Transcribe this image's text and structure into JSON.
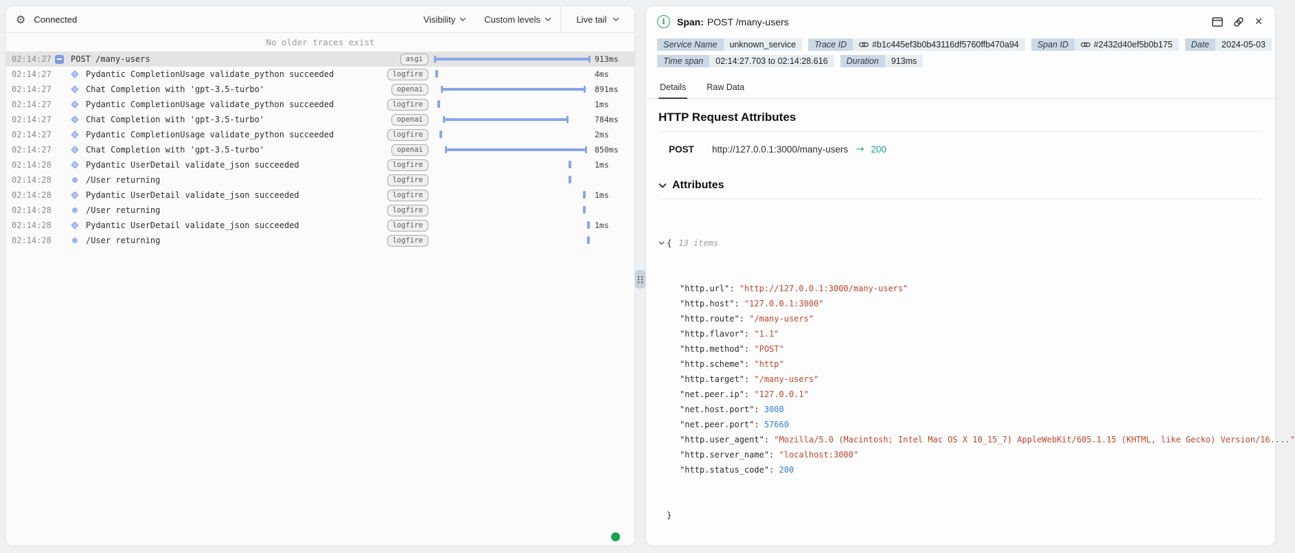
{
  "colors": {
    "bar_blue": "#87a5ea",
    "selected_row": "#e4e4e4",
    "live_dot_green": "#17a34a",
    "info_green": "#1fa553",
    "status_teal": "#12a594",
    "json_string_red": "#c0452e",
    "json_number_blue": "#2f7fd0",
    "badge_label_bg": "#ccd9e4",
    "badge_value_bg": "#e8edf2"
  },
  "left_panel": {
    "status": "Connected",
    "toolbar": {
      "visibility": "Visibility",
      "custom_levels": "Custom levels",
      "live_tail": "Live tail"
    },
    "empty_notice": "No older traces exist",
    "rows": [
      {
        "time": "02:14:27",
        "icon": "collapse",
        "indent": 0,
        "selected": true,
        "label": "POST /many-users",
        "tag": "asgi",
        "duration": "913ms",
        "bar": {
          "type": "span",
          "start": 0,
          "width": 100
        }
      },
      {
        "time": "02:14:27",
        "icon": "diamond",
        "indent": 1,
        "selected": false,
        "label": "Pydantic CompletionUsage validate_python succeeded",
        "tag": "logfire",
        "duration": "4ms",
        "bar": {
          "type": "tick",
          "start": 0.8,
          "width": 1.8
        }
      },
      {
        "time": "02:14:27",
        "icon": "diamond",
        "indent": 1,
        "selected": false,
        "label": "Chat Completion with 'gpt-3.5-turbo'",
        "tag": "openai",
        "duration": "891ms",
        "bar": {
          "type": "span",
          "start": 4.5,
          "width": 92.5
        }
      },
      {
        "time": "02:14:27",
        "icon": "diamond",
        "indent": 1,
        "selected": false,
        "label": "Pydantic CompletionUsage validate_python succeeded",
        "tag": "logfire",
        "duration": "1ms",
        "bar": {
          "type": "tick",
          "start": 2.2,
          "width": 1.8
        }
      },
      {
        "time": "02:14:27",
        "icon": "diamond",
        "indent": 1,
        "selected": false,
        "label": "Chat Completion with 'gpt-3.5-turbo'",
        "tag": "openai",
        "duration": "784ms",
        "bar": {
          "type": "span",
          "start": 5.8,
          "width": 80
        }
      },
      {
        "time": "02:14:27",
        "icon": "diamond",
        "indent": 1,
        "selected": false,
        "label": "Pydantic CompletionUsage validate_python succeeded",
        "tag": "logfire",
        "duration": "2ms",
        "bar": {
          "type": "tick",
          "start": 3.6,
          "width": 1.8
        }
      },
      {
        "time": "02:14:27",
        "icon": "diamond",
        "indent": 1,
        "selected": false,
        "label": "Chat Completion with 'gpt-3.5-turbo'",
        "tag": "openai",
        "duration": "850ms",
        "bar": {
          "type": "span",
          "start": 6.8,
          "width": 91
        }
      },
      {
        "time": "02:14:28",
        "icon": "diamond",
        "indent": 1,
        "selected": false,
        "label": "Pydantic UserDetail validate_json succeeded",
        "tag": "logfire",
        "duration": "1ms",
        "bar": {
          "type": "tick",
          "start": 86,
          "width": 1.8
        }
      },
      {
        "time": "02:14:28",
        "icon": "circle",
        "indent": 1,
        "selected": false,
        "label": "/User returning",
        "tag": "logfire",
        "duration": "",
        "bar": {
          "type": "tick",
          "start": 86,
          "width": 1.8
        }
      },
      {
        "time": "02:14:28",
        "icon": "diamond",
        "indent": 1,
        "selected": false,
        "label": "Pydantic UserDetail validate_json succeeded",
        "tag": "logfire",
        "duration": "1ms",
        "bar": {
          "type": "tick",
          "start": 95,
          "width": 1.8
        }
      },
      {
        "time": "02:14:28",
        "icon": "circle",
        "indent": 1,
        "selected": false,
        "label": "/User returning",
        "tag": "logfire",
        "duration": "",
        "bar": {
          "type": "tick",
          "start": 95,
          "width": 1.8
        }
      },
      {
        "time": "02:14:28",
        "icon": "diamond",
        "indent": 1,
        "selected": false,
        "label": "Pydantic UserDetail validate_json succeeded",
        "tag": "logfire",
        "duration": "1ms",
        "bar": {
          "type": "tick",
          "start": 97.6,
          "width": 1.8
        }
      },
      {
        "time": "02:14:28",
        "icon": "circle",
        "indent": 1,
        "selected": false,
        "label": "/User returning",
        "tag": "logfire",
        "duration": "",
        "bar": {
          "type": "tick",
          "start": 97.6,
          "width": 1.8
        }
      }
    ]
  },
  "right_panel": {
    "header": {
      "kind": "Span:",
      "title": "POST /many-users"
    },
    "badge_rows": [
      [
        {
          "label": "Service Name",
          "value": "unknown_service",
          "link": false
        },
        {
          "label": "Trace ID",
          "value": "#b1c445ef3b0b43116df5760ffb470a94",
          "link": true
        },
        {
          "label": "Span ID",
          "value": "#2432d40ef5b0b175",
          "link": true
        },
        {
          "label": "Date",
          "value": "2024-05-03",
          "link": false
        }
      ],
      [
        {
          "label": "Time span",
          "value": "02:14:27.703 to 02:14:28.616",
          "link": false
        },
        {
          "label": "Duration",
          "value": "913ms",
          "link": false
        }
      ]
    ],
    "tabs": [
      {
        "label": "Details",
        "active": true
      },
      {
        "label": "Raw Data",
        "active": false
      }
    ],
    "section_title": "HTTP Request Attributes",
    "request": {
      "method": "POST",
      "url": "http://127.0.0.1:3000/many-users",
      "arrow": "→",
      "status": "200"
    },
    "attributes_title": "Attributes",
    "json": {
      "items_label": "13 items",
      "open_brace": "{",
      "close_brace": "}",
      "entries": [
        {
          "key": "http.url",
          "value": "http://127.0.0.1:3000/many-users",
          "type": "string"
        },
        {
          "key": "http.host",
          "value": "127.0.0.1:3000",
          "type": "string"
        },
        {
          "key": "http.route",
          "value": "/many-users",
          "type": "string"
        },
        {
          "key": "http.flavor",
          "value": "1.1",
          "type": "string"
        },
        {
          "key": "http.method",
          "value": "POST",
          "type": "string"
        },
        {
          "key": "http.scheme",
          "value": "http",
          "type": "string"
        },
        {
          "key": "http.target",
          "value": "/many-users",
          "type": "string"
        },
        {
          "key": "net.peer.ip",
          "value": "127.0.0.1",
          "type": "string"
        },
        {
          "key": "net.host.port",
          "value": "3000",
          "type": "number"
        },
        {
          "key": "net.peer.port",
          "value": "57660",
          "type": "number"
        },
        {
          "key": "http.user_agent",
          "value": "Mozilla/5.0 (Macintosh; Intel Mac OS X 10_15_7) AppleWebKit/605.1.15 (KHTML, like Gecko) Version/16....",
          "type": "string"
        },
        {
          "key": "http.server_name",
          "value": "localhost:3000",
          "type": "string"
        },
        {
          "key": "http.status_code",
          "value": "200",
          "type": "number"
        }
      ]
    }
  }
}
